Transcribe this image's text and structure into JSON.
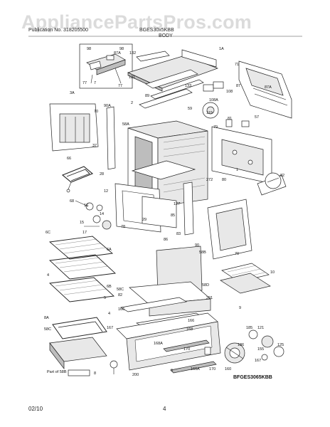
{
  "header": {
    "publication": "Publication No. 318205500",
    "model": "BGES30x5KBB",
    "section": "BODY"
  },
  "watermark": "AppliancePartsPros.com",
  "footer": {
    "date": "02/10",
    "page": "4"
  },
  "diagram_code": "BFGES3065KBB",
  "callouts": {
    "c98a": "98",
    "c98b": "98",
    "c87a_top": "87A",
    "c77a": "77",
    "c77b": "77",
    "c7": "7",
    "c131": "131",
    "c132": "132",
    "c1a": "1A",
    "c71": "71",
    "c87": "87",
    "c87a": "87A",
    "c133": "133",
    "c108a": "108A",
    "c108": "108",
    "c89": "89",
    "c59": "59",
    "c2": "2",
    "c119": "119",
    "c3a": "3A",
    "c70a": "70",
    "c90a": "90A",
    "c58a": "58A",
    "c37": "37",
    "c66": "66",
    "c28": "28",
    "c12": "12",
    "c81": "81",
    "c57": "57",
    "c79": "79",
    "c1": "1",
    "c272": "272",
    "c80": "80",
    "c82": "82",
    "c68": "68",
    "c16": "16",
    "c14": "14",
    "c15": "15",
    "c17": "17",
    "c6c": "6C",
    "c78": "78",
    "c29": "29",
    "c127": "127",
    "c85": "85",
    "c83": "83",
    "c86": "86",
    "c90": "90",
    "c58b": "58B",
    "c70b": "70",
    "c6a": "6A",
    "c4a": "4",
    "c6b": "6B",
    "c5": "5",
    "c10": "10",
    "c9": "9",
    "c58d": "58D",
    "c58c_mid": "58C",
    "c82b": "82",
    "c201": "201",
    "c166a": "166",
    "c166b": "166",
    "c8a": "8A",
    "c58c": "58C",
    "c4b": "4",
    "c167": "167",
    "c168a": "168A",
    "c170a": "170",
    "c185": "185",
    "c168": "168",
    "c121": "121",
    "c160": "160",
    "c186": "186",
    "c155": "155",
    "c167b": "167",
    "c125": "125",
    "c166c": "166A",
    "c170b": "170",
    "c200": "200",
    "c6": "6",
    "c8": "8",
    "part_of_58b": "Part of 58B"
  }
}
